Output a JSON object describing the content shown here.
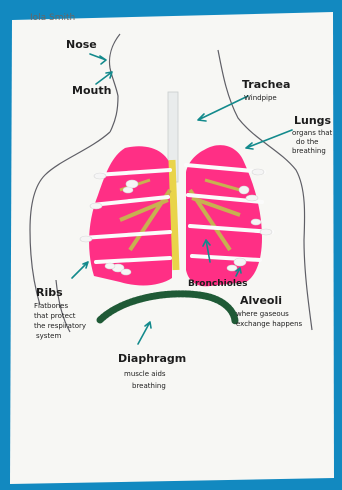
{
  "colors": {
    "frame_blue": "#1289c0",
    "lung_pink": "#ff2f85",
    "arrow_teal": "#138a8c",
    "diaphragm_green": "#1f5a36"
  },
  "labels": {
    "top_name": "Iola Smith",
    "nose": "Nose",
    "mouth": "Mouth",
    "trachea": "Trachea",
    "trachea_sub": "Windpipe",
    "lungs": "Lungs",
    "lungs_sub_1": "organs that",
    "lungs_sub_2": "do the",
    "lungs_sub_3": "breathing",
    "ribs": "Ribs",
    "ribs_sub_1": "Flatbones",
    "ribs_sub_2": "that protect",
    "ribs_sub_3": "the respiratory",
    "ribs_sub_4": "system",
    "bronchioles": "Bronchioles",
    "alveoli": "Alveoli",
    "alveoli_sub_1": "where gaseous",
    "alveoli_sub_2": "exchange happens",
    "diaphragm": "Diaphragm",
    "diaphragm_sub_1": "muscle aids",
    "diaphragm_sub_2": "breathing"
  }
}
